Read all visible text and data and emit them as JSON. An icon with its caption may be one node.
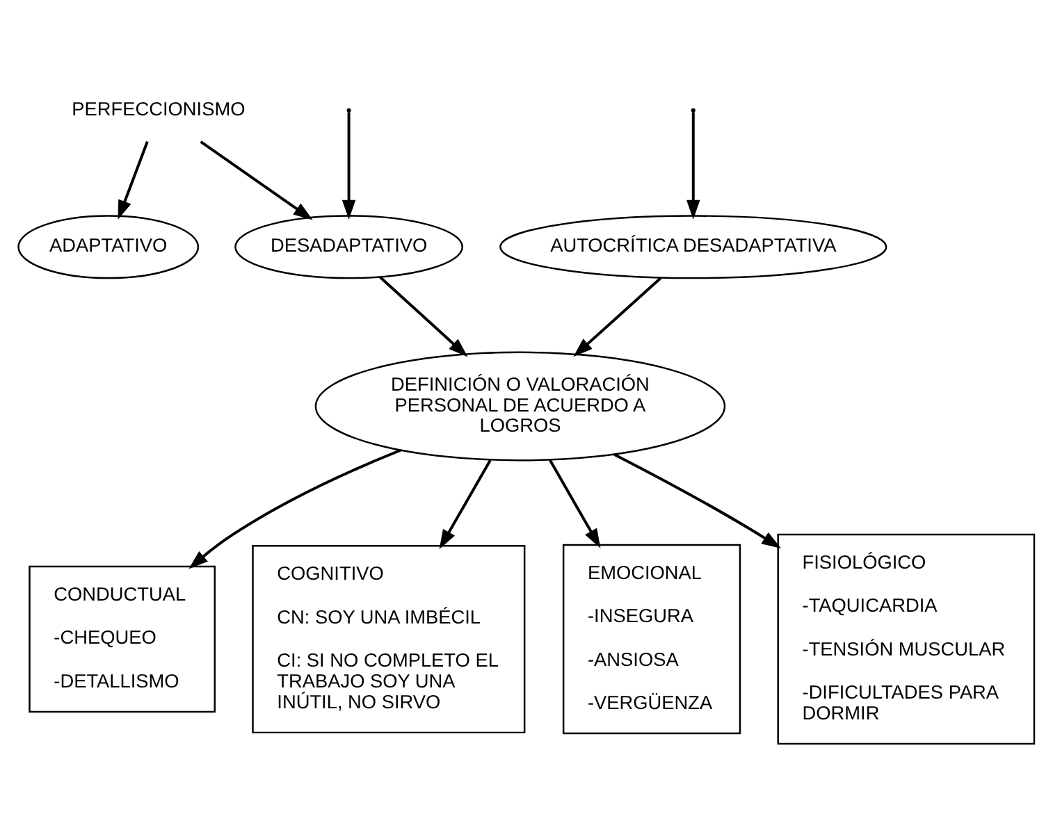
{
  "diagram": {
    "nodes": [
      {
        "text": [
          "PERFECCIONISMO"
        ]
      },
      {
        "text": [
          "ADAPTATIVO"
        ]
      },
      {
        "text": [
          "DESADAPTATIVO"
        ]
      },
      {
        "text": [
          "AUTOCRÍTICA DESADAPTATIVA"
        ]
      },
      {
        "text": [
          "DEFINICIÓN O VALORACIÓN PERSONAL DE ACUERDO A LOGROS"
        ]
      },
      {
        "text": [
          "CONDUCTUAL",
          "-CHEQUEO",
          "-DETALLISMO"
        ]
      },
      {
        "text": [
          "COGNITIVO",
          "CN: SOY UNA IMBÉCIL",
          "CI: SI NO COMPLETO EL TRABAJO SOY UNA INÚTIL, NO SIRVO"
        ]
      },
      {
        "text": [
          "EMOCIONAL",
          "-INSEGURA",
          "-ANSIOSA",
          "-VERGÜENZA"
        ]
      },
      {
        "text": [
          "FISIOLÓGICO",
          "-TAQUICARDIA",
          "-TENSIÓN MUSCULAR",
          "-DIFICULTADES PARA DORMIR"
        ]
      }
    ],
    "edges": [
      {
        "from": 0,
        "to": 1,
        "arrow": "to"
      },
      {
        "from": 0,
        "to": 2,
        "arrow": "to"
      },
      {
        "from": null,
        "to": 2,
        "arrow": "to"
      },
      {
        "from": null,
        "to": 3,
        "arrow": "to"
      },
      {
        "from": 2,
        "to": 4,
        "arrow": "to"
      },
      {
        "from": 3,
        "to": 4,
        "arrow": "to"
      },
      {
        "from": 4,
        "to": 5,
        "arrow": "to"
      },
      {
        "from": 4,
        "to": 6,
        "arrow": "to"
      },
      {
        "from": 4,
        "to": 7,
        "arrow": "to"
      },
      {
        "from": 4,
        "to": 8,
        "arrow": "to"
      }
    ]
  }
}
